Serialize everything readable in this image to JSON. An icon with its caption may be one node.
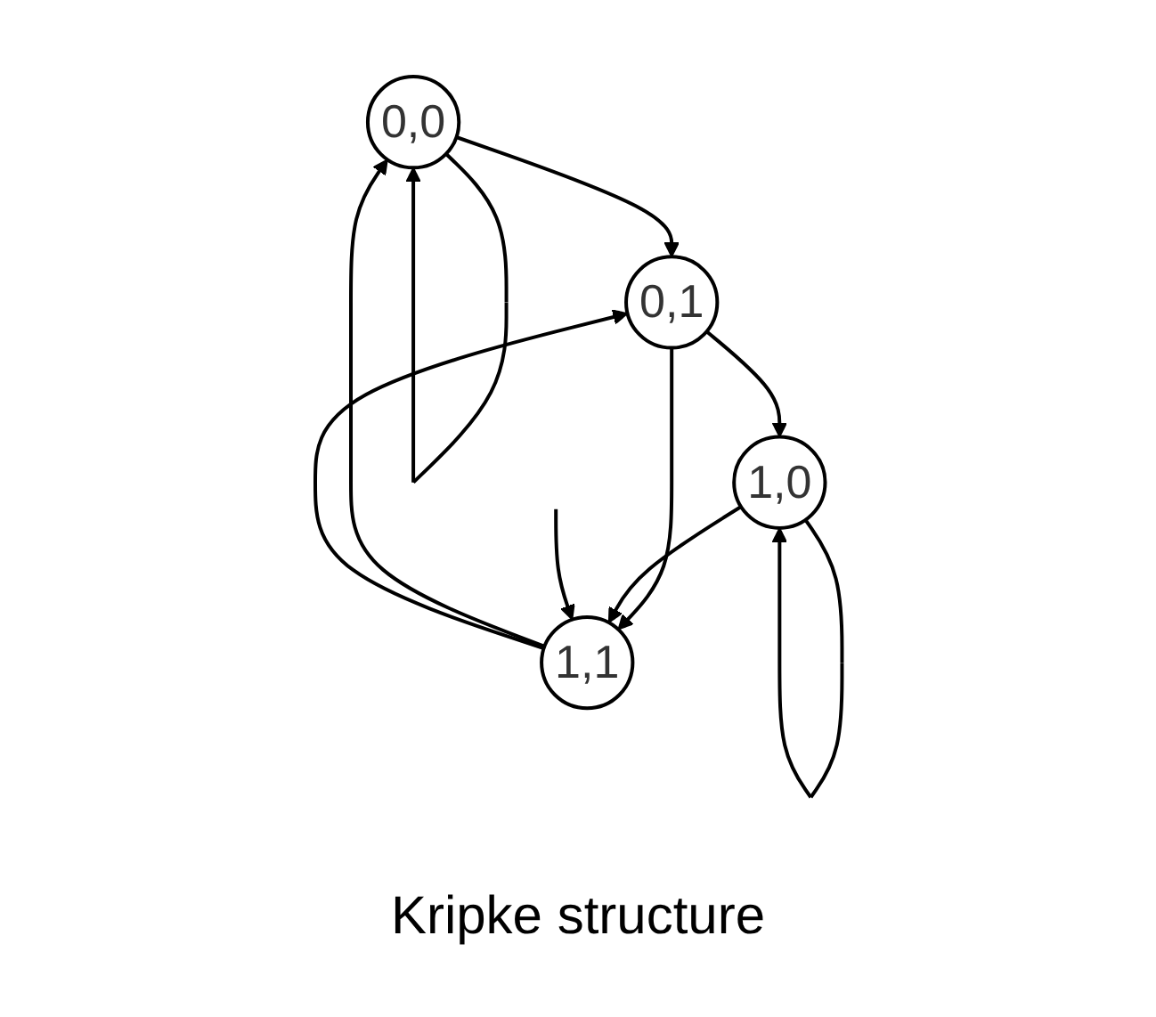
{
  "diagram": {
    "caption": "Kripke structure",
    "nodes": [
      {
        "text": [
          "0,0"
        ]
      },
      {
        "text": [
          "0,1"
        ]
      },
      {
        "text": [
          "1,0"
        ]
      },
      {
        "text": [
          "1,1"
        ]
      }
    ],
    "edges": [
      {
        "from": 0,
        "to": 0,
        "arrow": "to"
      },
      {
        "from": 0,
        "to": 1,
        "arrow": "to"
      },
      {
        "from": 1,
        "to": 2,
        "arrow": "to"
      },
      {
        "from": 3,
        "to": 0,
        "arrow": "to"
      },
      {
        "from": 3,
        "to": 1,
        "arrow": "to"
      },
      {
        "from": 1,
        "to": 3,
        "arrow": "to"
      },
      {
        "from": 2,
        "to": 3,
        "arrow": "to"
      },
      {
        "from": 2,
        "to": 2,
        "arrow": "to"
      },
      {
        "from": null,
        "to": 3,
        "arrow": "to"
      }
    ]
  }
}
